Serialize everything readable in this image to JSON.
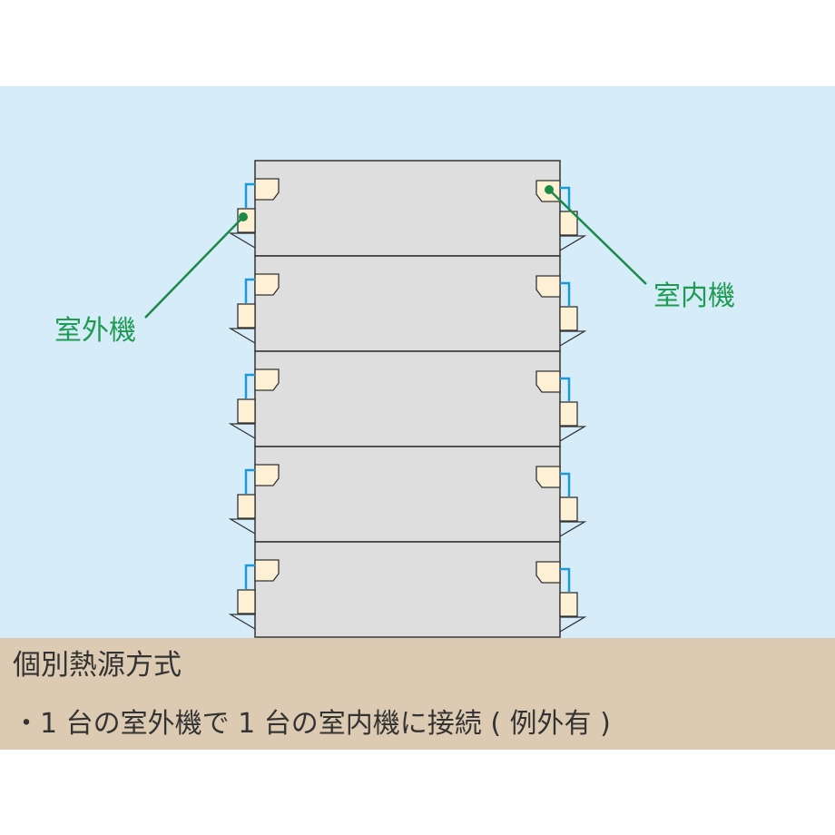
{
  "labels": {
    "outdoor_unit": "室外機",
    "indoor_unit": "室内機"
  },
  "system": {
    "title": "個別熱源方式",
    "description": "・1 台の室外機で 1 台の室内機に接続 ( 例外有 )"
  },
  "floors": 5,
  "colors": {
    "sky": "#d6ecf8",
    "ground": "#dccbb2",
    "building": "#dedede",
    "unit": "#fdf0d4",
    "pipe": "#1b9ad6",
    "leader": "#1b8a48",
    "label": "#1f9a52"
  }
}
